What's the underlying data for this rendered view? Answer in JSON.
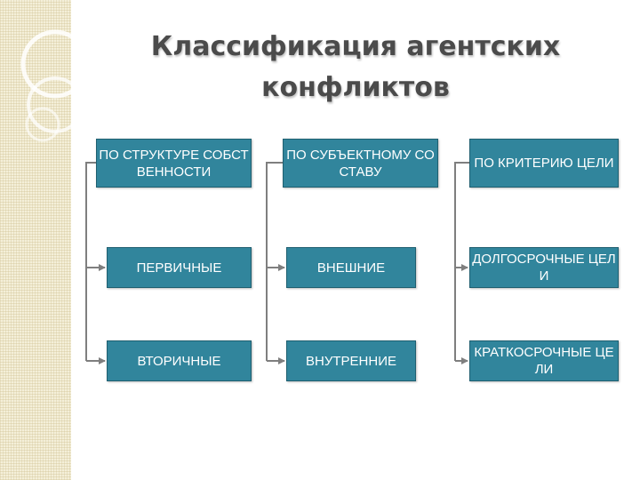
{
  "title": {
    "line1": "Классификация агентских",
    "line2": "конфликтов"
  },
  "columns": [
    {
      "header": "ПО СТРУКТУРЕ СОБСТВЕННОСТИ",
      "items": [
        "ПЕРВИЧНЫЕ",
        "ВТОРИЧНЫЕ"
      ]
    },
    {
      "header": "ПО СУБЪЕКТНОМУ СОСТАВУ",
      "items": [
        "ВНЕШНИЕ",
        "ВНУТРЕННИЕ"
      ]
    },
    {
      "header": "ПО КРИТЕРИЮ ЦЕЛИ",
      "items": [
        "ДОЛГОСРОЧНЫЕ ЦЕЛИ",
        "КРАТКОСРОЧНЫЕ ЦЕЛИ"
      ]
    }
  ],
  "colors": {
    "box_fill": "#31859c",
    "box_border": "#1f5f70",
    "box_text": "#ffffff",
    "connector": "#7f7f7f",
    "title_text": "#4b4b4b",
    "side_strip": "#f4efd9"
  }
}
